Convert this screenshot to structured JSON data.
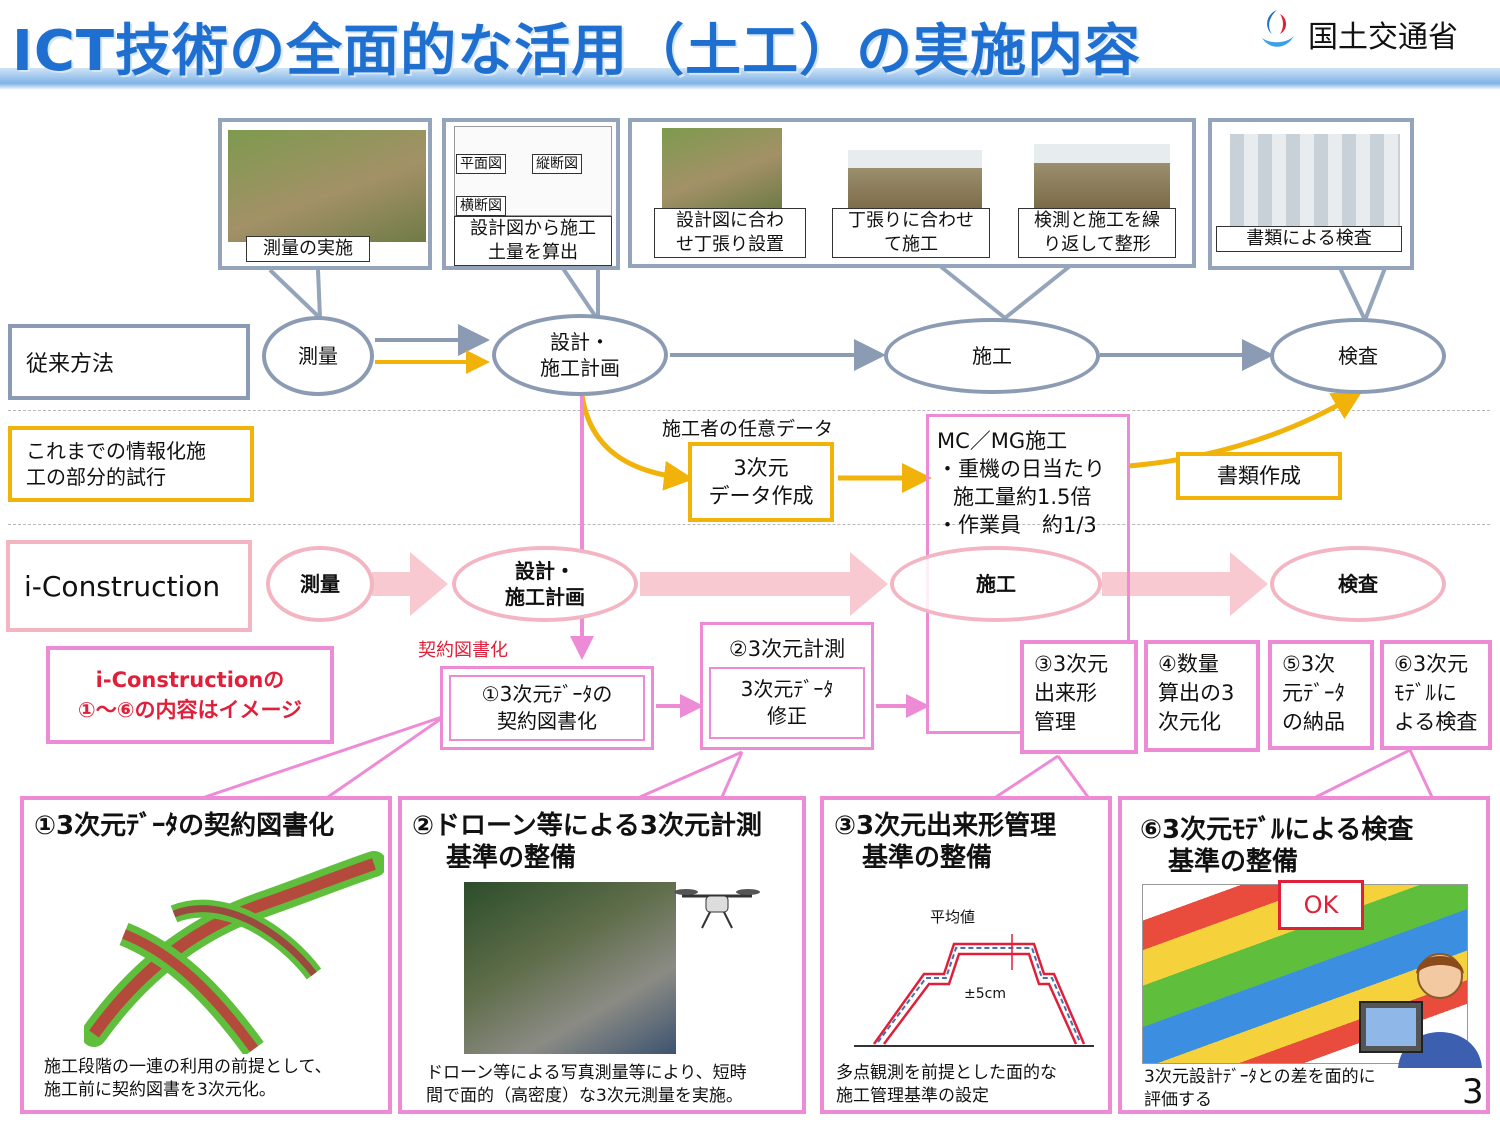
{
  "header": {
    "title": "ICT技術の全面的な活用（土工）の実施内容",
    "ministry": "国土交通省"
  },
  "top_photos": [
    {
      "caption": "測量の実施"
    },
    {
      "caption_line1": "設計図から施工",
      "caption_line2": "土量を算出",
      "labels": [
        "平面図",
        "縦断図",
        "横断図"
      ]
    },
    {
      "captions": [
        {
          "line1": "設計図に合わ",
          "line2": "せ丁張り設置"
        },
        {
          "line1": "丁張りに合わせ",
          "line2": "て施工"
        },
        {
          "line1": "検測と施工を繰",
          "line2": "り返して整形"
        }
      ]
    },
    {
      "caption": "書類による検査"
    }
  ],
  "rows": {
    "conventional": {
      "label": "従来方法",
      "stages": [
        "測量",
        "設計・",
        "施工計画",
        "施工",
        "検査"
      ]
    },
    "partial": {
      "label_line1": "これまでの情報化施",
      "label_line2": "工の部分的試行",
      "note": "施工者の任意データ",
      "box_line1": "3次元",
      "box_line2": "データ作成",
      "doc_box": "書類作成"
    },
    "iconstruction": {
      "label": "i-Construction",
      "stages": [
        "測量",
        "設計・",
        "施工計画",
        "施工",
        "検査"
      ]
    }
  },
  "mcmg": {
    "title": "MC／MG施工",
    "line1": "・重機の日当たり",
    "line2": "施工量約1.5倍",
    "line3": "・作業員　約1/3"
  },
  "legend": {
    "line1": "i-Constructionの",
    "line2": "①～⑥の内容はイメージ"
  },
  "contract_note": "契約図書化",
  "steps": [
    {
      "line1": "①3次元ﾃﾞｰﾀの",
      "line2": "契約図書化"
    },
    {
      "head": "②3次元計測",
      "line1": "3次元ﾃﾞｰﾀ",
      "line2": "修正"
    },
    {
      "line1": "③3次元",
      "line2": "出来形",
      "line3": "管理"
    },
    {
      "line1": "④数量",
      "line2": "算出の3",
      "line3": "次元化"
    },
    {
      "line1": "⑤3次",
      "line2": "元ﾃﾞｰﾀ",
      "line3": "の納品"
    },
    {
      "line1": "⑥3次元",
      "line2": "ﾓﾃﾞﾙに",
      "line3": "よる検査"
    }
  ],
  "details": [
    {
      "title": "①3次元ﾃﾞｰﾀの契約図書化",
      "cap1": "施工段階の一連の利用の前提として、",
      "cap2": "施工前に契約図書を3次元化。"
    },
    {
      "title1": "②ドローン等による3次元計測",
      "title2": "基準の整備",
      "cap1": "ドローン等による写真測量等により、短時",
      "cap2": "間で面的（高密度）な3次元測量を実施。"
    },
    {
      "title1": "③3次元出来形管理",
      "title2": "基準の整備",
      "avg": "平均値",
      "tol": "±5cm",
      "cap1": "多点観測を前提とした面的な",
      "cap2": "施工管理基準の設定"
    },
    {
      "title1": "⑥3次元ﾓﾃﾞﾙによる検査",
      "title2": "基準の整備",
      "ok": "OK",
      "cap1": "3次元設計ﾃﾞｰﾀとの差を面的に",
      "cap2": "評価する"
    }
  ],
  "page_number": "3",
  "colors": {
    "title": "#1f6fd0",
    "gray": "#8b9bb3",
    "yellow": "#f1b20a",
    "pink": "#f4b5c2",
    "magenta": "#ee8bd7",
    "red": "#e0203a"
  }
}
